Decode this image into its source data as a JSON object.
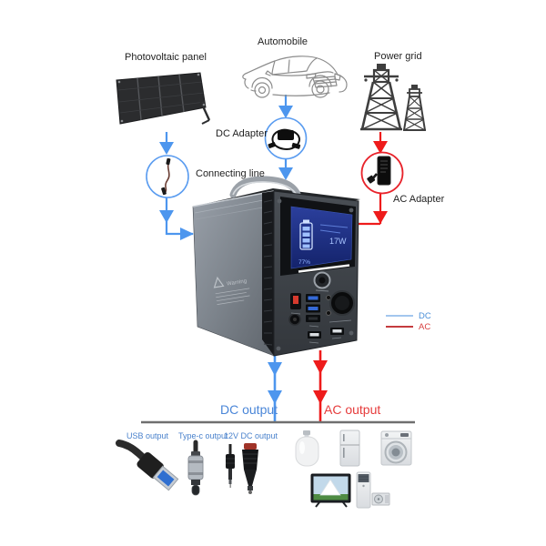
{
  "page": {
    "background": "#ffffff"
  },
  "colors": {
    "dc_line": "#4d96ee",
    "ac_line": "#ee1b1b",
    "dc_label": "#4a86d8",
    "ac_label": "#e63c3c",
    "label_text": "#1f1f1f",
    "divider": "#6f6f6f",
    "legend_dc_line": "#a3c6ee",
    "legend_ac_line": "#c43b3e"
  },
  "sources": {
    "photovoltaic_panel": {
      "label": "Photovoltaic panel",
      "icon": "solar-panel-icon"
    },
    "automobile": {
      "label": "Automobile",
      "icon": "car-icon"
    },
    "power_grid": {
      "label": "Power grid",
      "icon": "transmission-towers-icon"
    }
  },
  "connectors": {
    "connecting_line": {
      "label": "Connecting line",
      "icon": "cable-icon"
    },
    "dc_adapter": {
      "label": "DC Adapter",
      "icon": "dc-adapter-icon"
    },
    "ac_adapter": {
      "label": "AC Adapter",
      "icon": "ac-adapter-icon"
    }
  },
  "legend": {
    "dc": "DC",
    "ac": "AC"
  },
  "device": {
    "name": "portable-power-station",
    "warning_label": "Warning",
    "screen": {
      "power": "17W",
      "battery_percent": "77%"
    }
  },
  "outputs": {
    "dc": {
      "label": "DC output",
      "items": [
        {
          "label": "USB output",
          "icon": "usb-a-connector-icon"
        },
        {
          "label": "Type-c output",
          "icon": "type-c-connector-icon"
        },
        {
          "label": "12V DC output",
          "icon": "car-plug-icon"
        }
      ]
    },
    "ac": {
      "label": "AC output",
      "appliances": [
        "light-bulb-icon",
        "refrigerator-icon",
        "washing-machine-icon",
        "tv-icon",
        "air-conditioner-icon",
        "outdoor-unit-icon"
      ]
    }
  }
}
